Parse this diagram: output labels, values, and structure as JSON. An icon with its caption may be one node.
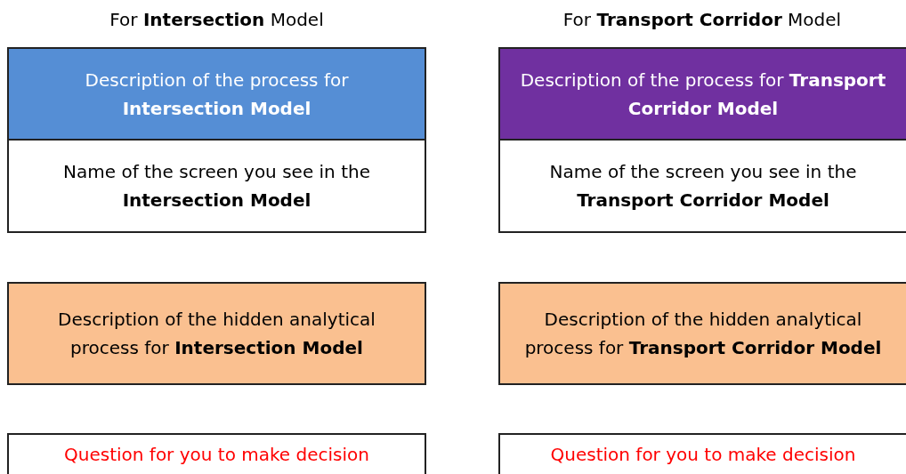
{
  "diagram": {
    "nodes": [
      {
        "text": [
          "Description of the process for **Intersection Model**"
        ]
      },
      {
        "text": [
          "Description of the process for **Transport Corridor Model**"
        ]
      },
      {
        "text": [
          "Name of the screen you see in the **Intersection Model**"
        ]
      },
      {
        "text": [
          "Name of the screen you see in the **Transport Corridor Model**"
        ]
      },
      {
        "text": [
          "Description of the hidden analytical process for **Intersection Model**"
        ]
      },
      {
        "text": [
          "Description of the hidden analytical process for **Transport Corridor Model**"
        ]
      },
      {
        "text": [
          "Question for you to make decision"
        ]
      },
      {
        "text": [
          "Question for you to make decision"
        ]
      }
    ],
    "labels": [
      "For **Intersection** Model",
      "For **Transport Corridor** Model"
    ]
  }
}
